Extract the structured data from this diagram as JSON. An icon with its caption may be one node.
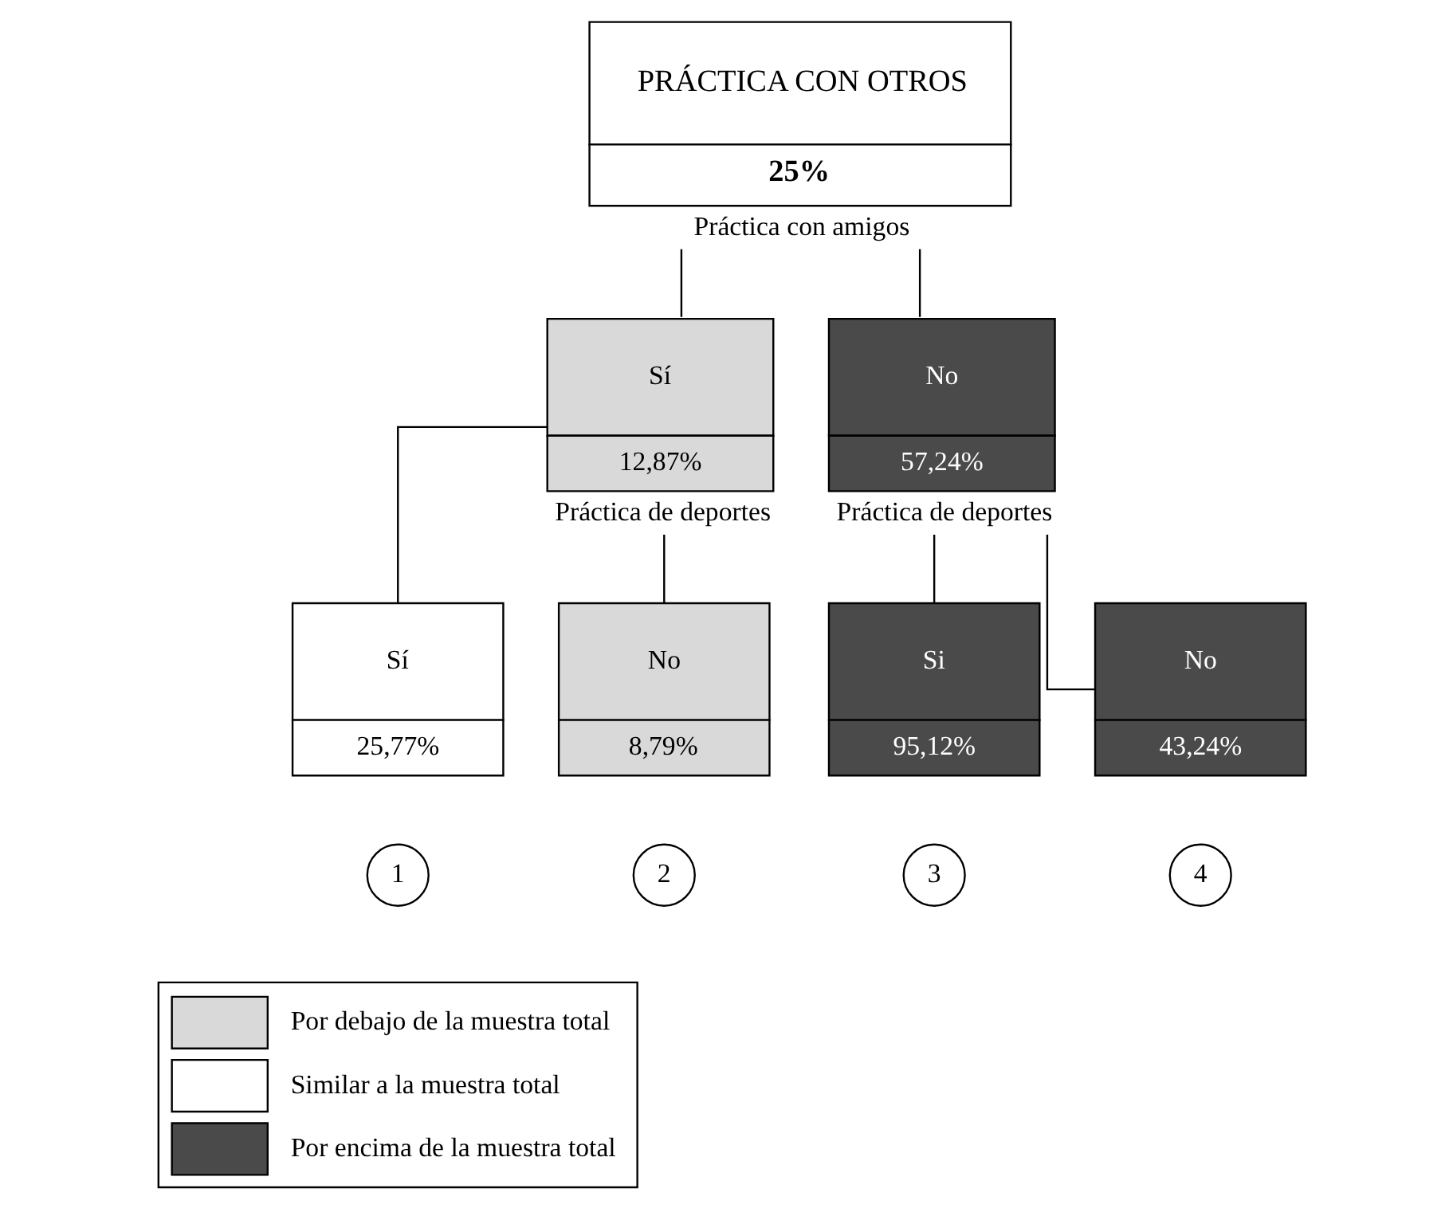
{
  "diagram": {
    "nodes": [
      {
        "text": [
          "PRÁCTICA CON OTROS",
          "25%"
        ],
        "beside": [
          "Práctica con amigos"
        ]
      },
      {
        "text": [
          "Sí",
          "12,87%"
        ],
        "beside": [
          "Práctica de deportes"
        ]
      },
      {
        "text": [
          "No",
          "57,24%"
        ],
        "beside": [
          "Práctica de deportes"
        ]
      },
      {
        "text": [
          "Sí",
          "25,77%"
        ]
      },
      {
        "text": [
          "No",
          "8,79%"
        ]
      },
      {
        "text": [
          "Si",
          "95,12%"
        ]
      },
      {
        "text": [
          "No",
          "43,24%"
        ]
      },
      {
        "text": [
          "1"
        ]
      },
      {
        "text": [
          "2"
        ]
      },
      {
        "text": [
          "3"
        ]
      },
      {
        "text": [
          "4"
        ]
      }
    ],
    "edges": [
      {
        "from": 0,
        "to": 1,
        "arrow": "none"
      },
      {
        "from": 0,
        "to": 2,
        "arrow": "none"
      },
      {
        "from": 1,
        "to": 3,
        "arrow": "none"
      },
      {
        "from": 1,
        "to": 4,
        "arrow": "none"
      },
      {
        "from": 2,
        "to": 5,
        "arrow": "none"
      },
      {
        "from": 2,
        "to": 6,
        "arrow": "none"
      }
    ],
    "legend": [
      {
        "text": "Por debajo de la muestra total",
        "color": "#d9d9d9"
      },
      {
        "text": "Similar a la muestra total",
        "color": "#ffffff"
      },
      {
        "text": "Por encima de la muestra total",
        "color": "#4a4a4a"
      }
    ]
  }
}
